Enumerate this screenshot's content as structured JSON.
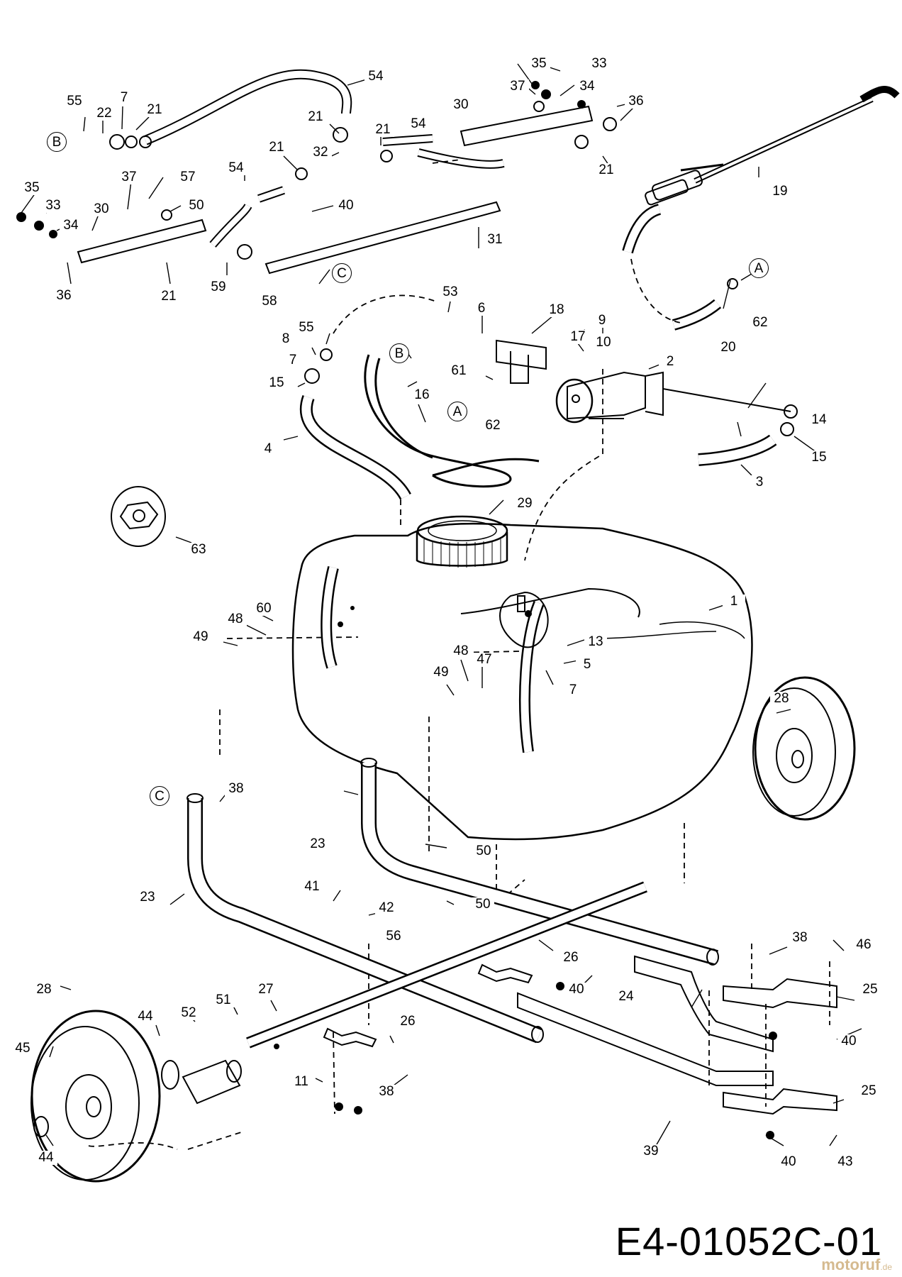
{
  "diagram_code": "E4-01052C-01",
  "watermark": {
    "brand": "motoruf",
    "tld": ".de"
  },
  "callout_letters": [
    "A",
    "B",
    "C"
  ],
  "part_labels": [
    "1",
    "2",
    "3",
    "4",
    "5",
    "6",
    "7",
    "8",
    "9",
    "10",
    "11",
    "13",
    "14",
    "15",
    "16",
    "17",
    "18",
    "19",
    "20",
    "21",
    "22",
    "23",
    "24",
    "25",
    "26",
    "27",
    "28",
    "29",
    "30",
    "31",
    "32",
    "33",
    "34",
    "35",
    "36",
    "37",
    "38",
    "39",
    "40",
    "41",
    "42",
    "43",
    "44",
    "45",
    "46",
    "47",
    "48",
    "49",
    "50",
    "51",
    "52",
    "53",
    "54",
    "55",
    "56",
    "57",
    "58",
    "59",
    "60",
    "61",
    "62",
    "63"
  ],
  "labels": [
    {
      "t": "54"
    },
    {
      "t": "55"
    },
    {
      "t": "22"
    },
    {
      "t": "7"
    },
    {
      "t": "21"
    },
    {
      "t": "B"
    },
    {
      "t": "21"
    },
    {
      "t": "21"
    },
    {
      "t": "32"
    },
    {
      "t": "21"
    },
    {
      "t": "54"
    },
    {
      "t": "35"
    },
    {
      "t": "33"
    },
    {
      "t": "37"
    },
    {
      "t": "34"
    },
    {
      "t": "30"
    },
    {
      "t": "36"
    },
    {
      "t": "21"
    },
    {
      "t": "19"
    },
    {
      "t": "37"
    },
    {
      "t": "57"
    },
    {
      "t": "35"
    },
    {
      "t": "33"
    },
    {
      "t": "34"
    },
    {
      "t": "30"
    },
    {
      "t": "50"
    },
    {
      "t": "54"
    },
    {
      "t": "40"
    },
    {
      "t": "36"
    },
    {
      "t": "21"
    },
    {
      "t": "59"
    },
    {
      "t": "C"
    },
    {
      "t": "31"
    },
    {
      "t": "58"
    },
    {
      "t": "A"
    },
    {
      "t": "62"
    },
    {
      "t": "53"
    },
    {
      "t": "6"
    },
    {
      "t": "18"
    },
    {
      "t": "9"
    },
    {
      "t": "55"
    },
    {
      "t": "8"
    },
    {
      "t": "B"
    },
    {
      "t": "10"
    },
    {
      "t": "17"
    },
    {
      "t": "2"
    },
    {
      "t": "20"
    },
    {
      "t": "7"
    },
    {
      "t": "61"
    },
    {
      "t": "15"
    },
    {
      "t": "16"
    },
    {
      "t": "A"
    },
    {
      "t": "62"
    },
    {
      "t": "14"
    },
    {
      "t": "15"
    },
    {
      "t": "4"
    },
    {
      "t": "3"
    },
    {
      "t": "29"
    },
    {
      "t": "63"
    },
    {
      "t": "1"
    },
    {
      "t": "60"
    },
    {
      "t": "48"
    },
    {
      "t": "49"
    },
    {
      "t": "13"
    },
    {
      "t": "5"
    },
    {
      "t": "48"
    },
    {
      "t": "47"
    },
    {
      "t": "49"
    },
    {
      "t": "7"
    },
    {
      "t": "28"
    },
    {
      "t": "C"
    },
    {
      "t": "38"
    },
    {
      "t": "23"
    },
    {
      "t": "50"
    },
    {
      "t": "23"
    },
    {
      "t": "41"
    },
    {
      "t": "42"
    },
    {
      "t": "50"
    },
    {
      "t": "56"
    },
    {
      "t": "38"
    },
    {
      "t": "46"
    },
    {
      "t": "26"
    },
    {
      "t": "40"
    },
    {
      "t": "25"
    },
    {
      "t": "28"
    },
    {
      "t": "27"
    },
    {
      "t": "51"
    },
    {
      "t": "52"
    },
    {
      "t": "44"
    },
    {
      "t": "24"
    },
    {
      "t": "26"
    },
    {
      "t": "40"
    },
    {
      "t": "45"
    },
    {
      "t": "11"
    },
    {
      "t": "38"
    },
    {
      "t": "25"
    },
    {
      "t": "39"
    },
    {
      "t": "40"
    },
    {
      "t": "43"
    },
    {
      "t": "44"
    }
  ]
}
